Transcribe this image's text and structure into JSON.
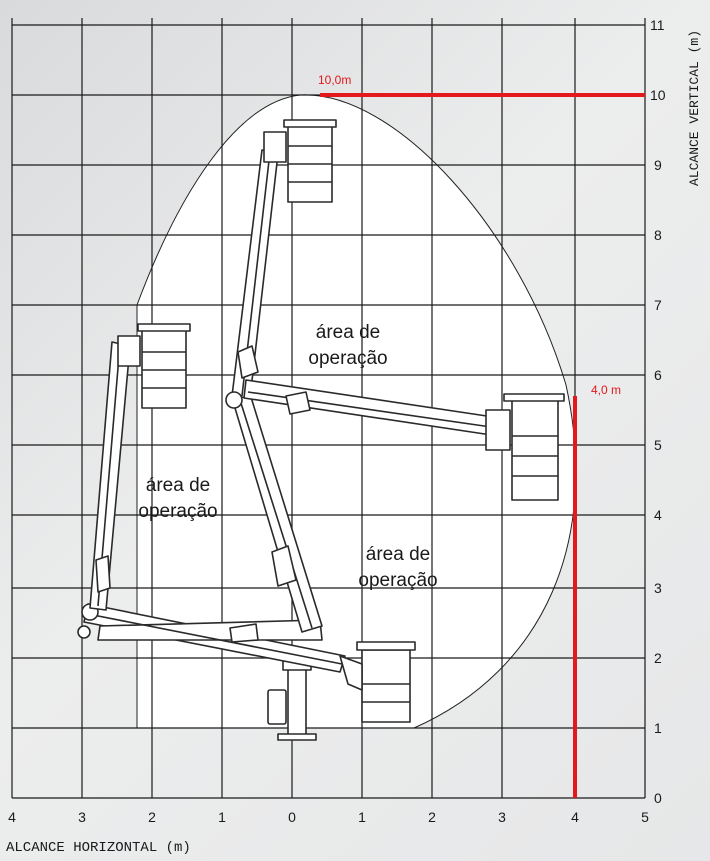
{
  "axes": {
    "x_label": "ALCANCE HORIZONTAL (m)",
    "y_label": "ALCANCE VERTICAL (m)",
    "x_ticks": [
      "4",
      "3",
      "2",
      "1",
      "0",
      "1",
      "2",
      "3",
      "4",
      "5"
    ],
    "y_ticks": [
      "0",
      "1",
      "2",
      "3",
      "4",
      "5",
      "6",
      "7",
      "8",
      "9",
      "10",
      "11"
    ]
  },
  "annotations": {
    "max_height": "10,0m",
    "max_outreach": "4,0 m"
  },
  "areas": [
    {
      "line1": "área de",
      "line2": "operação"
    },
    {
      "line1": "área de",
      "line2": "operação"
    },
    {
      "line1": "área de",
      "line2": "operação"
    }
  ],
  "colors": {
    "grid": "#1a1a1a",
    "highlight": "#e3191c",
    "envelope_fill": "#ffffff",
    "machine": "#2a2a2a"
  }
}
